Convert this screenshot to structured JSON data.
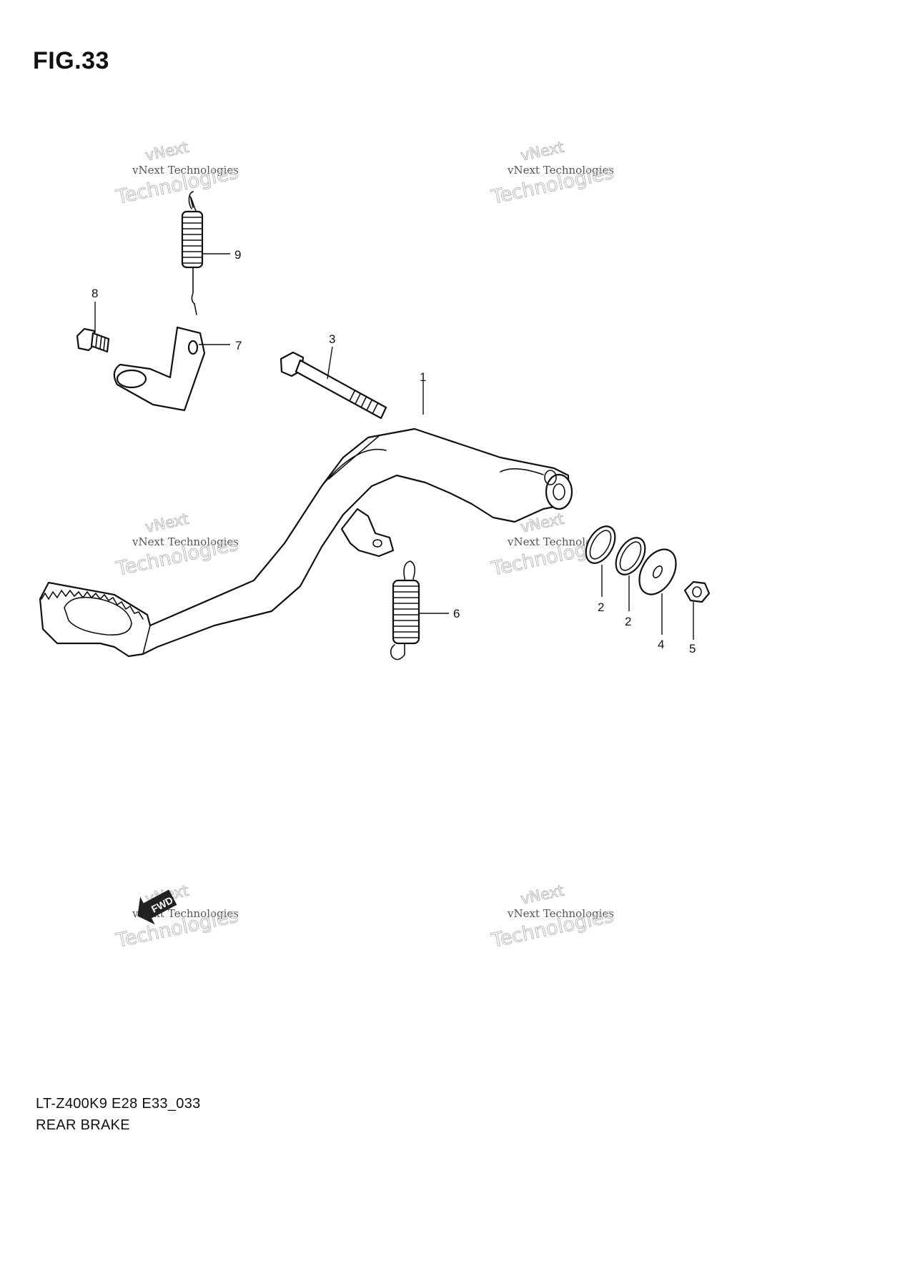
{
  "figure": {
    "title": "FIG.33"
  },
  "callouts": [
    {
      "id": "1",
      "label": "1"
    },
    {
      "id": "2a",
      "label": "2"
    },
    {
      "id": "2b",
      "label": "2"
    },
    {
      "id": "3",
      "label": "3"
    },
    {
      "id": "4",
      "label": "4"
    },
    {
      "id": "5",
      "label": "5"
    },
    {
      "id": "6",
      "label": "6"
    },
    {
      "id": "7",
      "label": "7"
    },
    {
      "id": "8",
      "label": "8"
    },
    {
      "id": "9",
      "label": "9"
    }
  ],
  "watermark": {
    "line1": "vNext",
    "line2": "vNext Technologies",
    "line3": "Technologies"
  },
  "fwd_badge": {
    "label": "FWD"
  },
  "footer": {
    "code": "LT-Z400K9 E28 E33_033",
    "name": "REAR BRAKE"
  }
}
